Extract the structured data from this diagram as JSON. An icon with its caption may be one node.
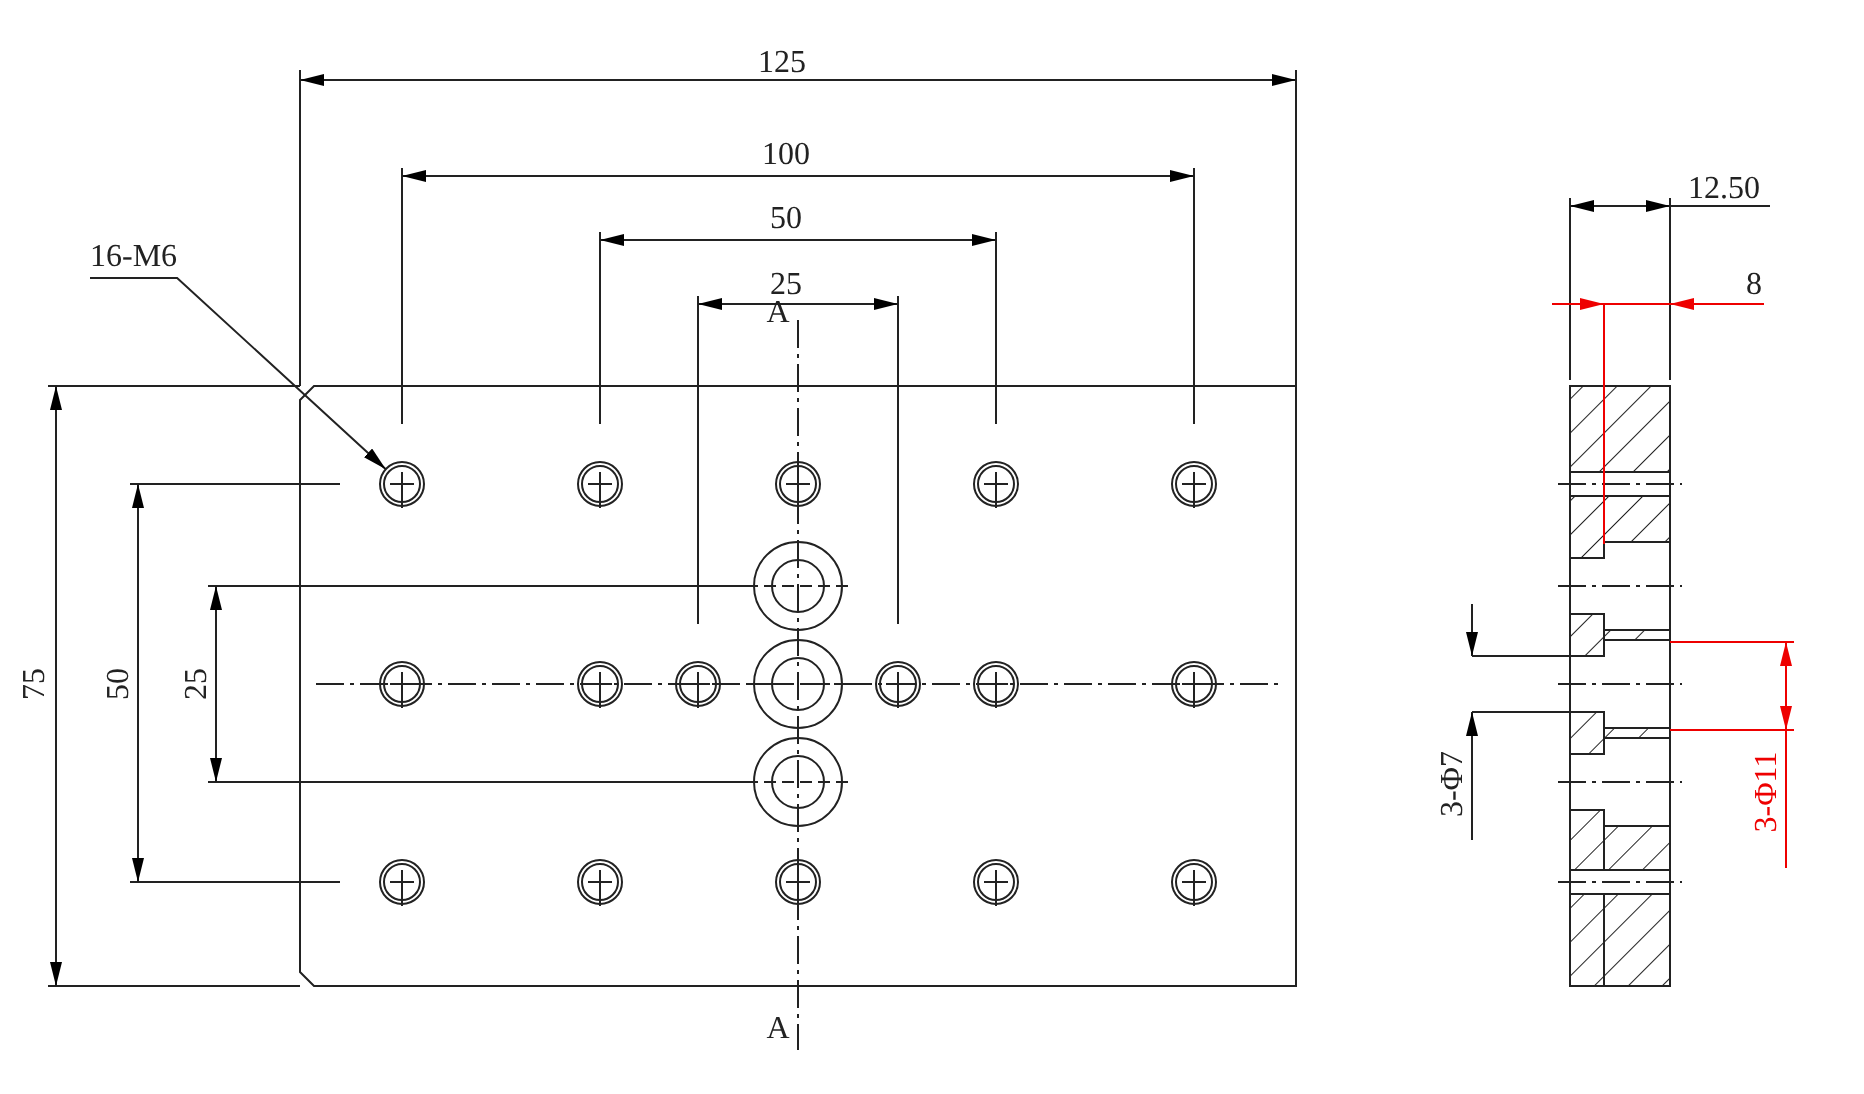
{
  "diagram": {
    "nodes": [
      {
        "text": [
          "16-M6"
        ]
      },
      {
        "text": [],
        "shape": "circle"
      },
      {
        "text": [],
        "shape": "circle"
      },
      {
        "text": [],
        "shape": "circle"
      },
      {
        "text": [],
        "shape": "circle"
      },
      {
        "text": [],
        "shape": "circle"
      },
      {
        "text": [],
        "shape": "circle"
      },
      {
        "text": [],
        "shape": "circle"
      },
      {
        "text": [],
        "shape": "circle"
      },
      {
        "text": [],
        "shape": "circle"
      },
      {
        "text": [],
        "shape": "circle"
      },
      {
        "text": [],
        "shape": "circle"
      },
      {
        "text": [],
        "shape": "circle"
      },
      {
        "text": [],
        "shape": "circle"
      },
      {
        "text": [],
        "shape": "circle"
      },
      {
        "text": [],
        "shape": "circle"
      },
      {
        "text": [],
        "shape": "circle"
      }
    ],
    "edges": [
      {
        "from": 0,
        "to": 1,
        "arrow": "to"
      }
    ],
    "labels": [
      "125",
      "100",
      "50",
      "25",
      "A",
      "12.50",
      "8",
      "75",
      "50",
      "25",
      "3-Φ7",
      "3-Φ11",
      "A"
    ]
  }
}
